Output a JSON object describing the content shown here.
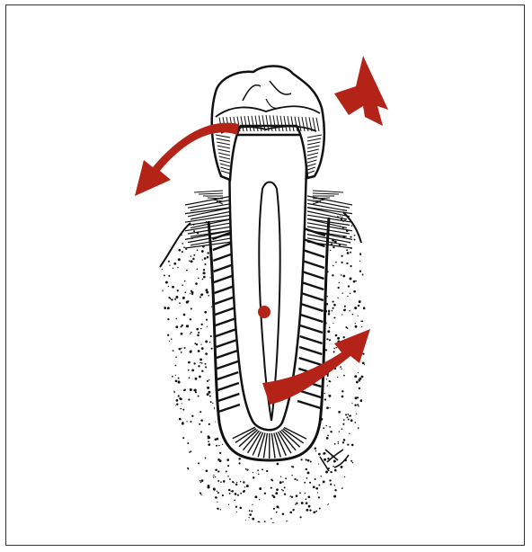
{
  "figure": {
    "subject": "tooth-in-socket",
    "line_color": "#111111",
    "fill_color": "#ffffff",
    "arrow_color": "#b42318",
    "center_dot_color": "#b42318",
    "arrows": [
      {
        "id": "crown-tipping-left",
        "direction": "left"
      },
      {
        "id": "crown-push-right",
        "direction": "up-left"
      },
      {
        "id": "apex-tipping-right",
        "direction": "right"
      }
    ],
    "signature": {
      "text": "Fray",
      "rendered_as_image": true
    }
  }
}
